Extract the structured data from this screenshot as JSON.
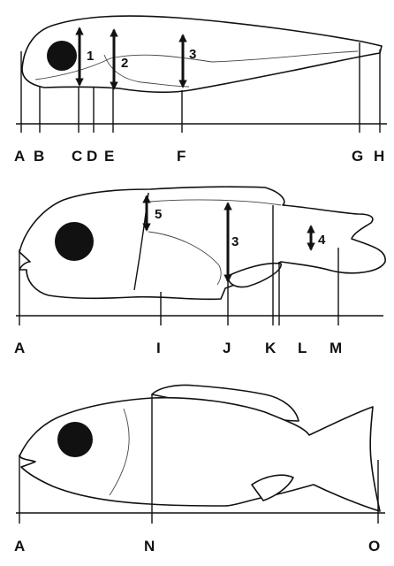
{
  "panel1": {
    "points": [
      "A",
      "B",
      "C",
      "D",
      "E",
      "F",
      "G",
      "H"
    ],
    "dimensions": [
      "1",
      "2",
      "3"
    ]
  },
  "panel2": {
    "points": [
      "A",
      "I",
      "J",
      "K",
      "L",
      "M"
    ],
    "dimensions": [
      "5",
      "3",
      "4"
    ]
  },
  "panel3": {
    "points": [
      "A",
      "N",
      "O"
    ]
  }
}
